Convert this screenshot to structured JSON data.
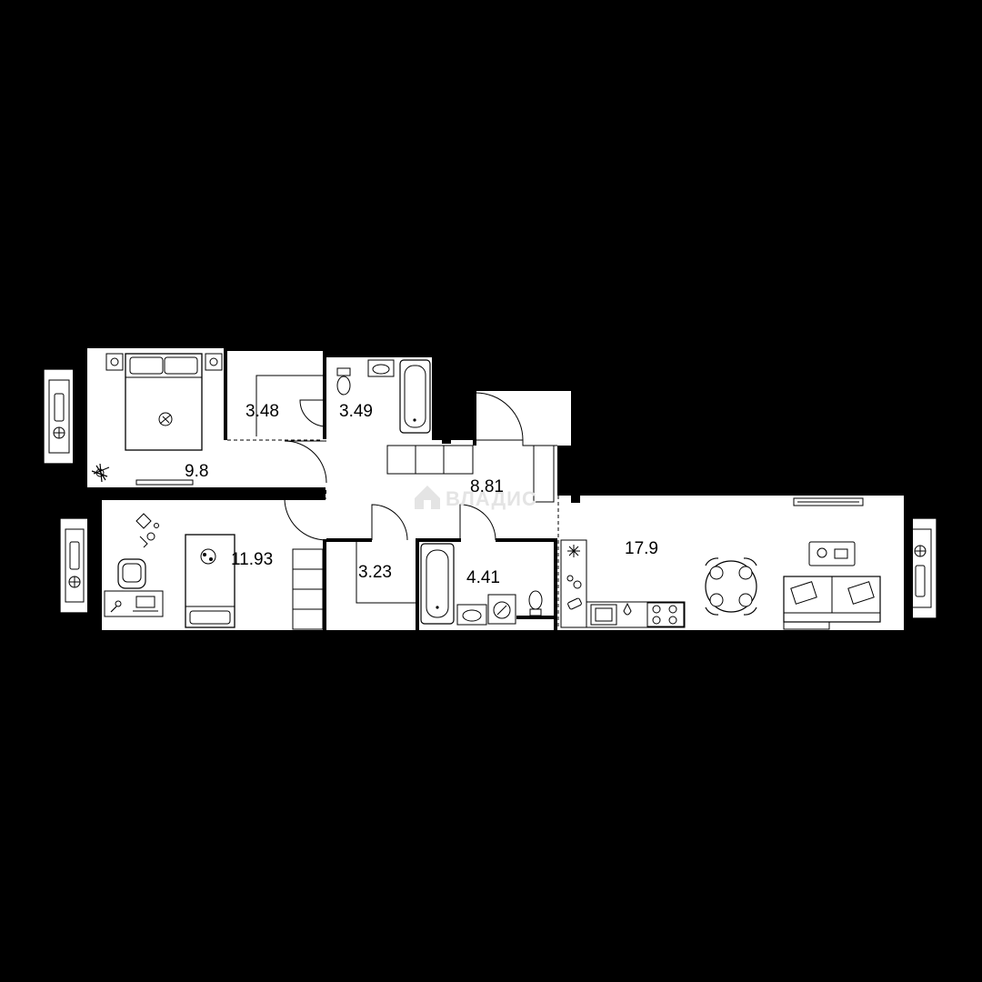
{
  "plan": {
    "background": "#000000",
    "floor_color": "#ffffff",
    "line_color": "#000000",
    "watermark": {
      "text": "ВЛАДИС",
      "logo_icon": "house-logo-icon",
      "color": "#e4e4e4"
    },
    "rooms": [
      {
        "id": "bedroom",
        "area": "9.8"
      },
      {
        "id": "wardrobe",
        "area": "3.48"
      },
      {
        "id": "bathroom-1",
        "area": "3.49"
      },
      {
        "id": "hallway",
        "area": "8.81"
      },
      {
        "id": "bedroom-2",
        "area": "11.93"
      },
      {
        "id": "storage",
        "area": "3.23"
      },
      {
        "id": "bathroom-2",
        "area": "4.41"
      },
      {
        "id": "kitchen-living",
        "area": "17.9"
      }
    ],
    "icons": [
      "double-bed-icon",
      "single-bed-icon",
      "bathtub-icon",
      "toilet-icon",
      "sink-icon",
      "washing-machine-icon",
      "stove-icon",
      "fridge-icon",
      "dining-table-icon",
      "sofa-icon",
      "desk-icon",
      "armchair-icon",
      "radiator-icon",
      "plant-icon",
      "toy-icon",
      "tv-icon"
    ]
  }
}
